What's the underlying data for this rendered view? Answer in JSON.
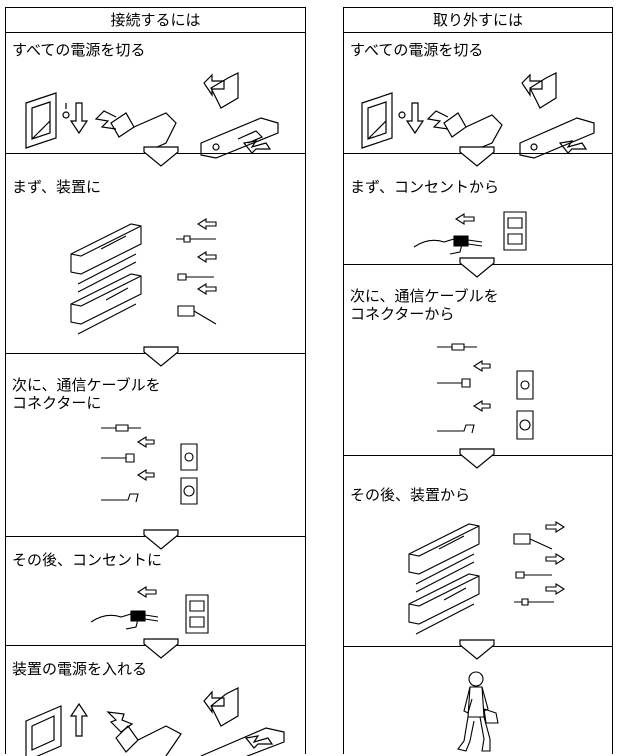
{
  "left": {
    "title": "接続するには",
    "steps": [
      "すべての電源を切る",
      "まず、装置に",
      "次に、通信ケーブルを\nコネクターに",
      "その後、コンセントに",
      "装置の電源を入れる"
    ]
  },
  "right": {
    "title": "取り外すには",
    "steps": [
      "すべての電源を切る",
      "まず、コンセントから",
      "次に、通信ケーブルを\nコネクターから",
      "その後、装置から"
    ]
  }
}
